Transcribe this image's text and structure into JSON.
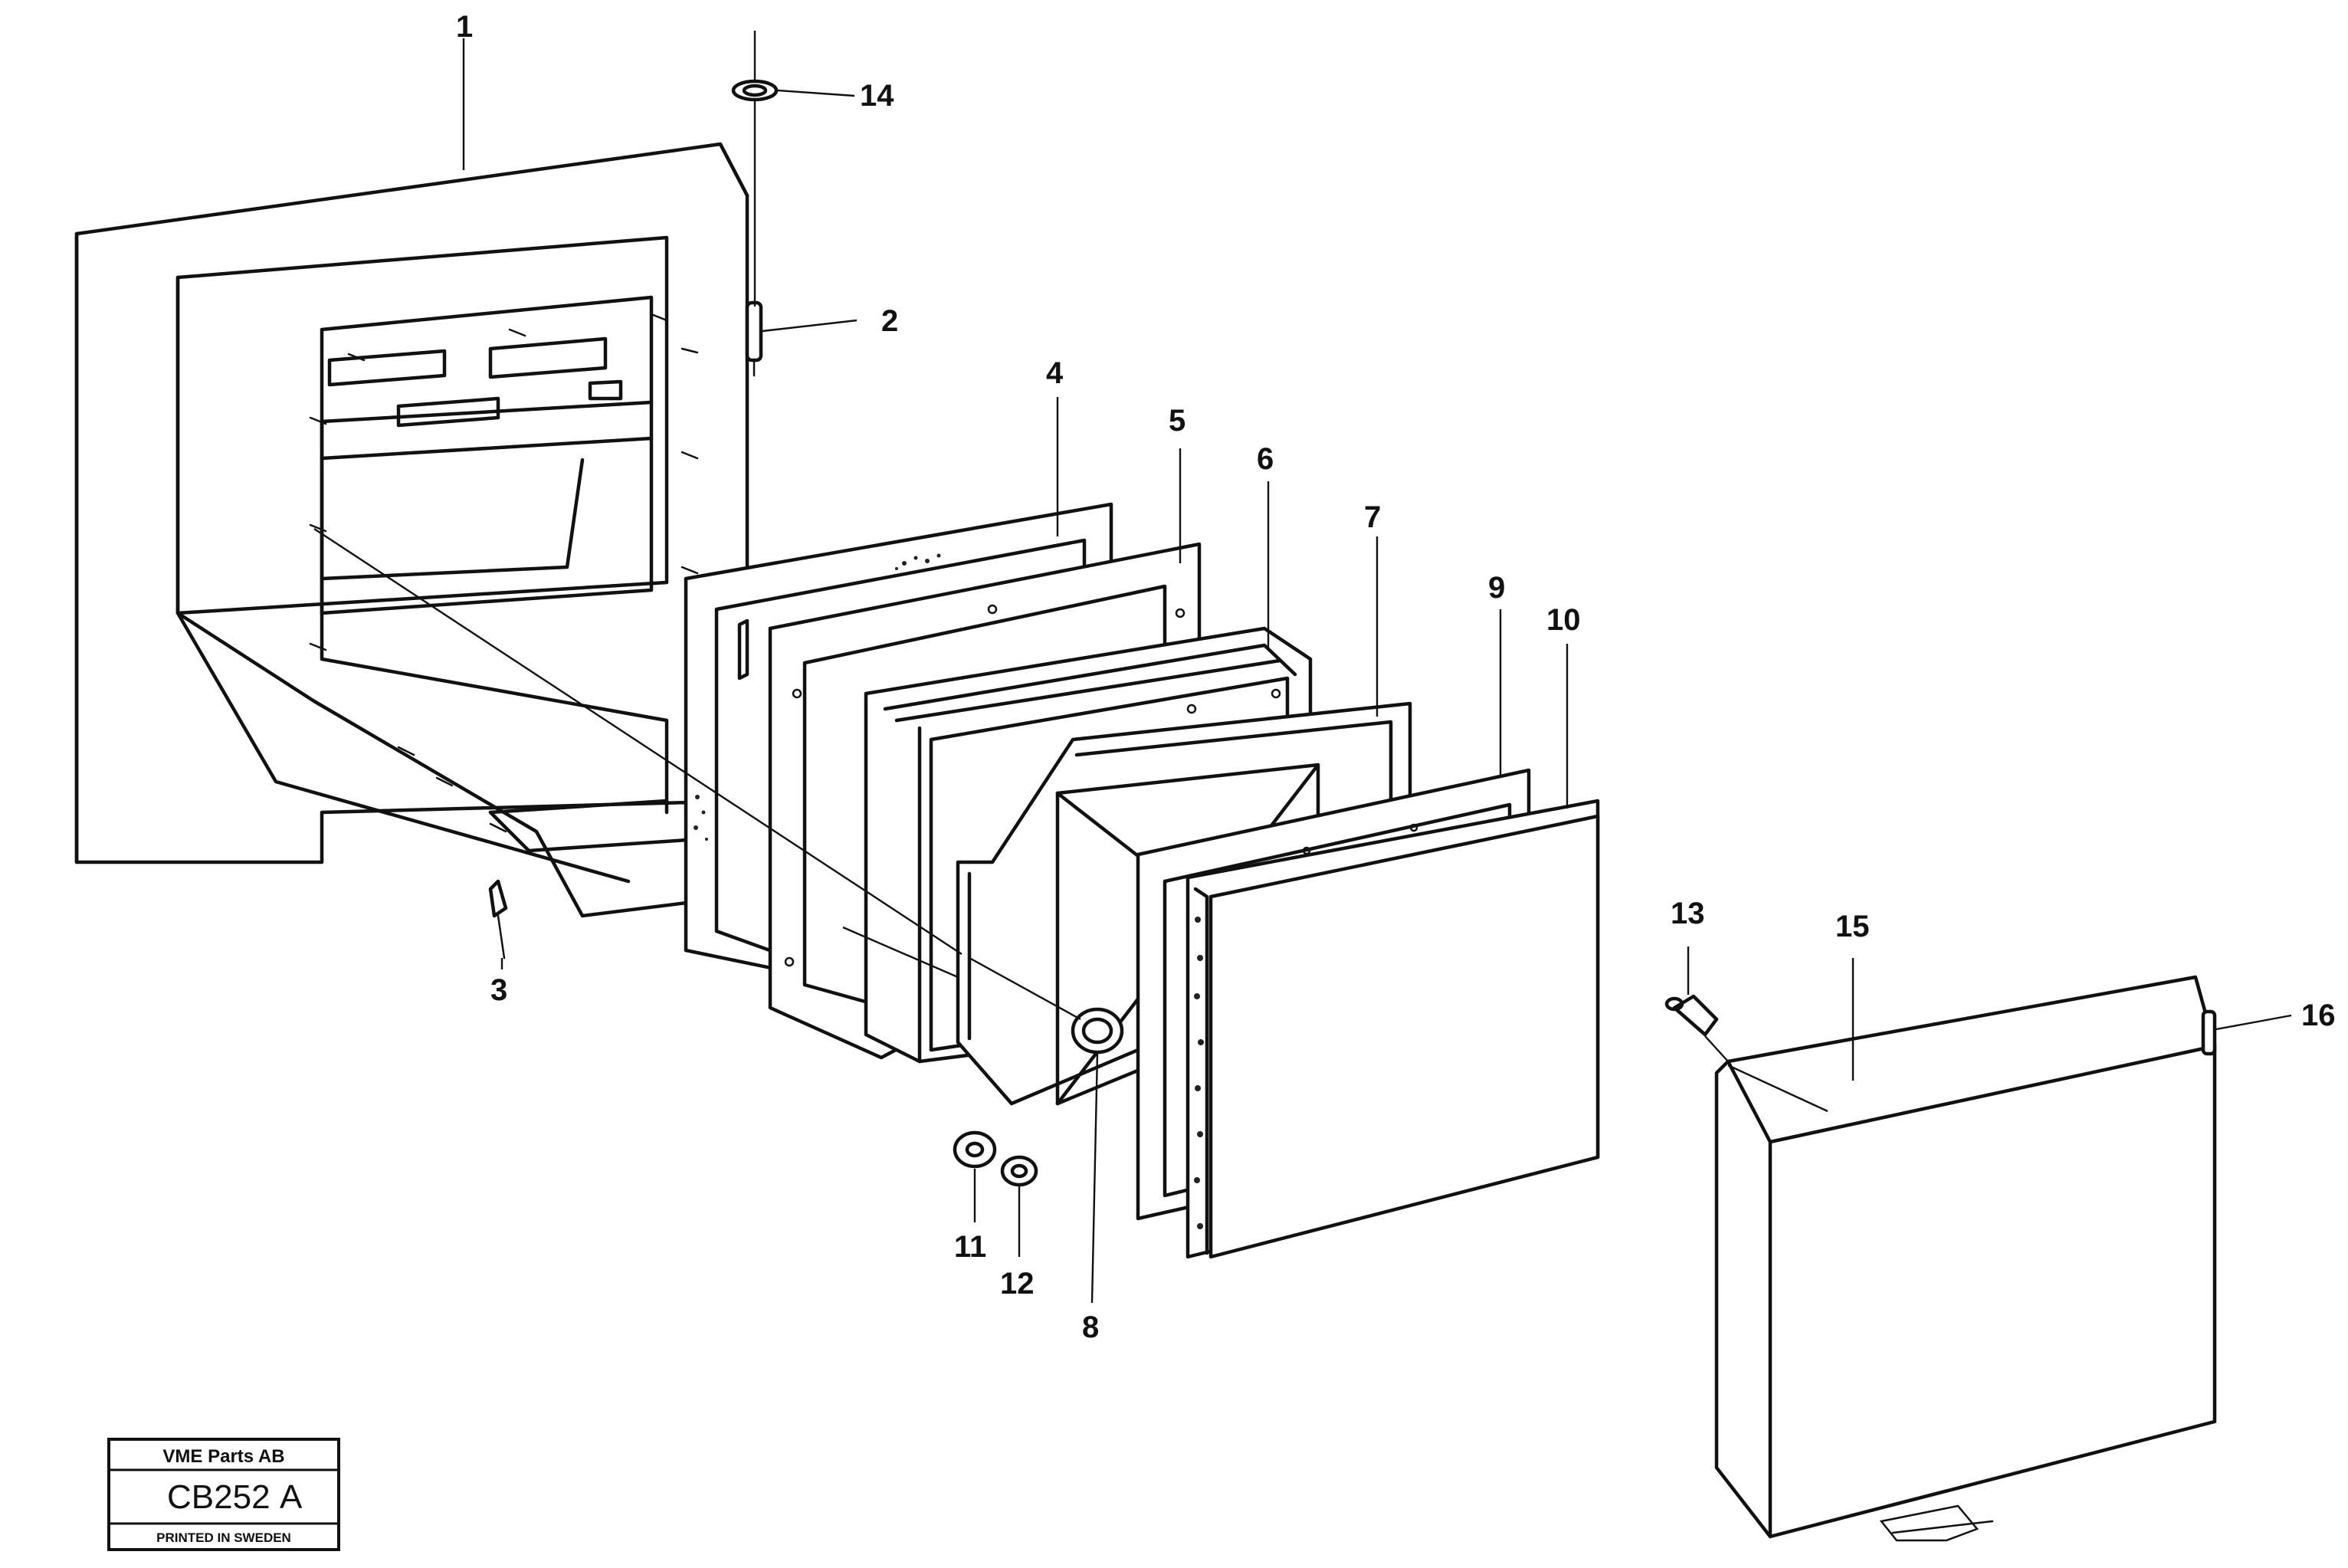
{
  "callouts": [
    {
      "id": "1",
      "label": "1"
    },
    {
      "id": "2",
      "label": "2"
    },
    {
      "id": "3",
      "label": "3"
    },
    {
      "id": "4",
      "label": "4"
    },
    {
      "id": "5",
      "label": "5"
    },
    {
      "id": "6",
      "label": "6"
    },
    {
      "id": "7",
      "label": "7"
    },
    {
      "id": "8",
      "label": "8"
    },
    {
      "id": "9",
      "label": "9"
    },
    {
      "id": "10",
      "label": "10"
    },
    {
      "id": "11",
      "label": "11"
    },
    {
      "id": "12",
      "label": "12"
    },
    {
      "id": "13",
      "label": "13"
    },
    {
      "id": "14",
      "label": "14"
    },
    {
      "id": "15",
      "label": "15"
    },
    {
      "id": "16",
      "label": "16"
    }
  ],
  "title_block": {
    "company": "VME Parts AB",
    "drawing_no": "CB252",
    "revision": "A",
    "printed": "PRINTED IN SWEDEN"
  }
}
